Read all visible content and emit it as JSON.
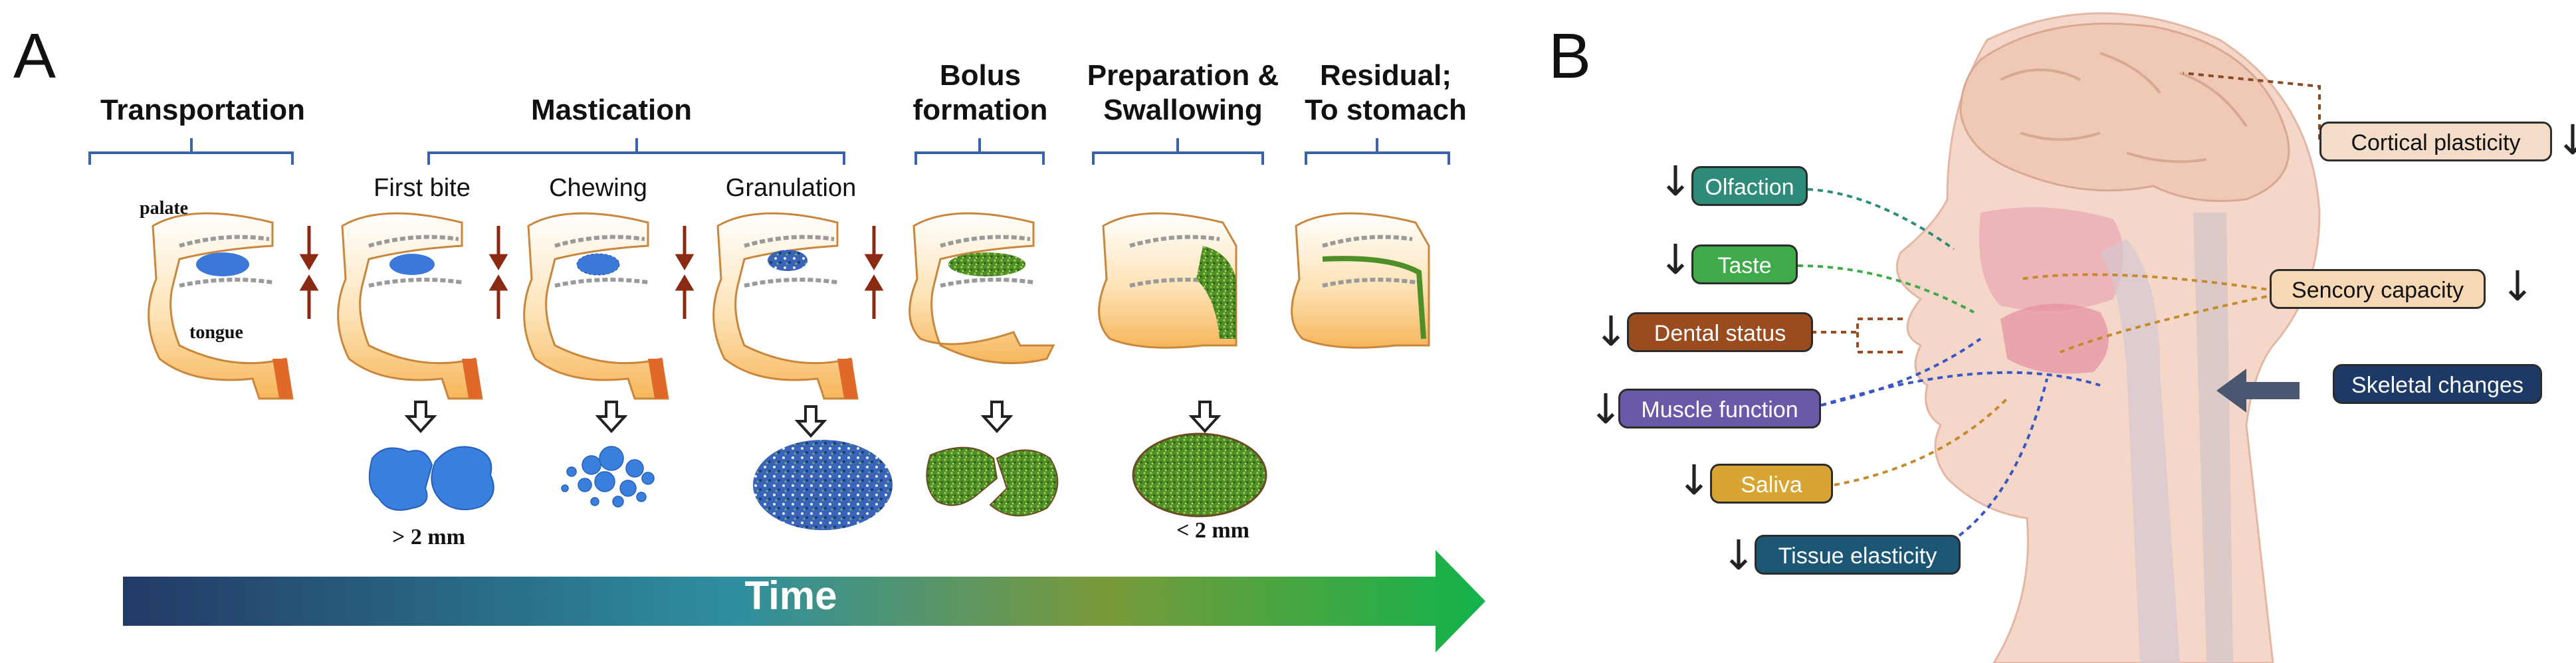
{
  "panel_a": {
    "letter": "A",
    "stages": {
      "transportation": "Transportation",
      "mastication": "Mastication",
      "bolus": [
        "Bolus",
        "formation"
      ],
      "preparation": [
        "Preparation &",
        "Swallowing"
      ],
      "residual": [
        "Residual;",
        "To stomach"
      ]
    },
    "substages": {
      "first_bite": "First bite",
      "chewing": "Chewing",
      "granulation": "Granulation"
    },
    "anatomy": {
      "palate": "palate",
      "tongue": "tongue"
    },
    "sizes": {
      "large": "> 2 mm",
      "small": "< 2 mm"
    },
    "time": "Time"
  },
  "panel_b": {
    "letter": "B",
    "down_symbol": "↓",
    "labels": {
      "cortical": "Cortical plasticity",
      "olfaction": "Olfaction",
      "taste": "Taste",
      "sensory": "Sencory capacity",
      "dental": "Dental status",
      "muscle": "Muscle function",
      "skeletal": "Skeletal changes",
      "saliva": "Saliva",
      "tissue": "Tissue elasticity"
    },
    "colors": {
      "cortical": "#f3dcc8",
      "olfaction": "#2e8b7a",
      "taste": "#3faa4a",
      "sensory": "#f6d9b4",
      "dental": "#9a4b1f",
      "muscle": "#6a58a8",
      "skeletal": "#1d3a66",
      "saliva": "#d9a532",
      "tissue": "#1c5675"
    }
  }
}
